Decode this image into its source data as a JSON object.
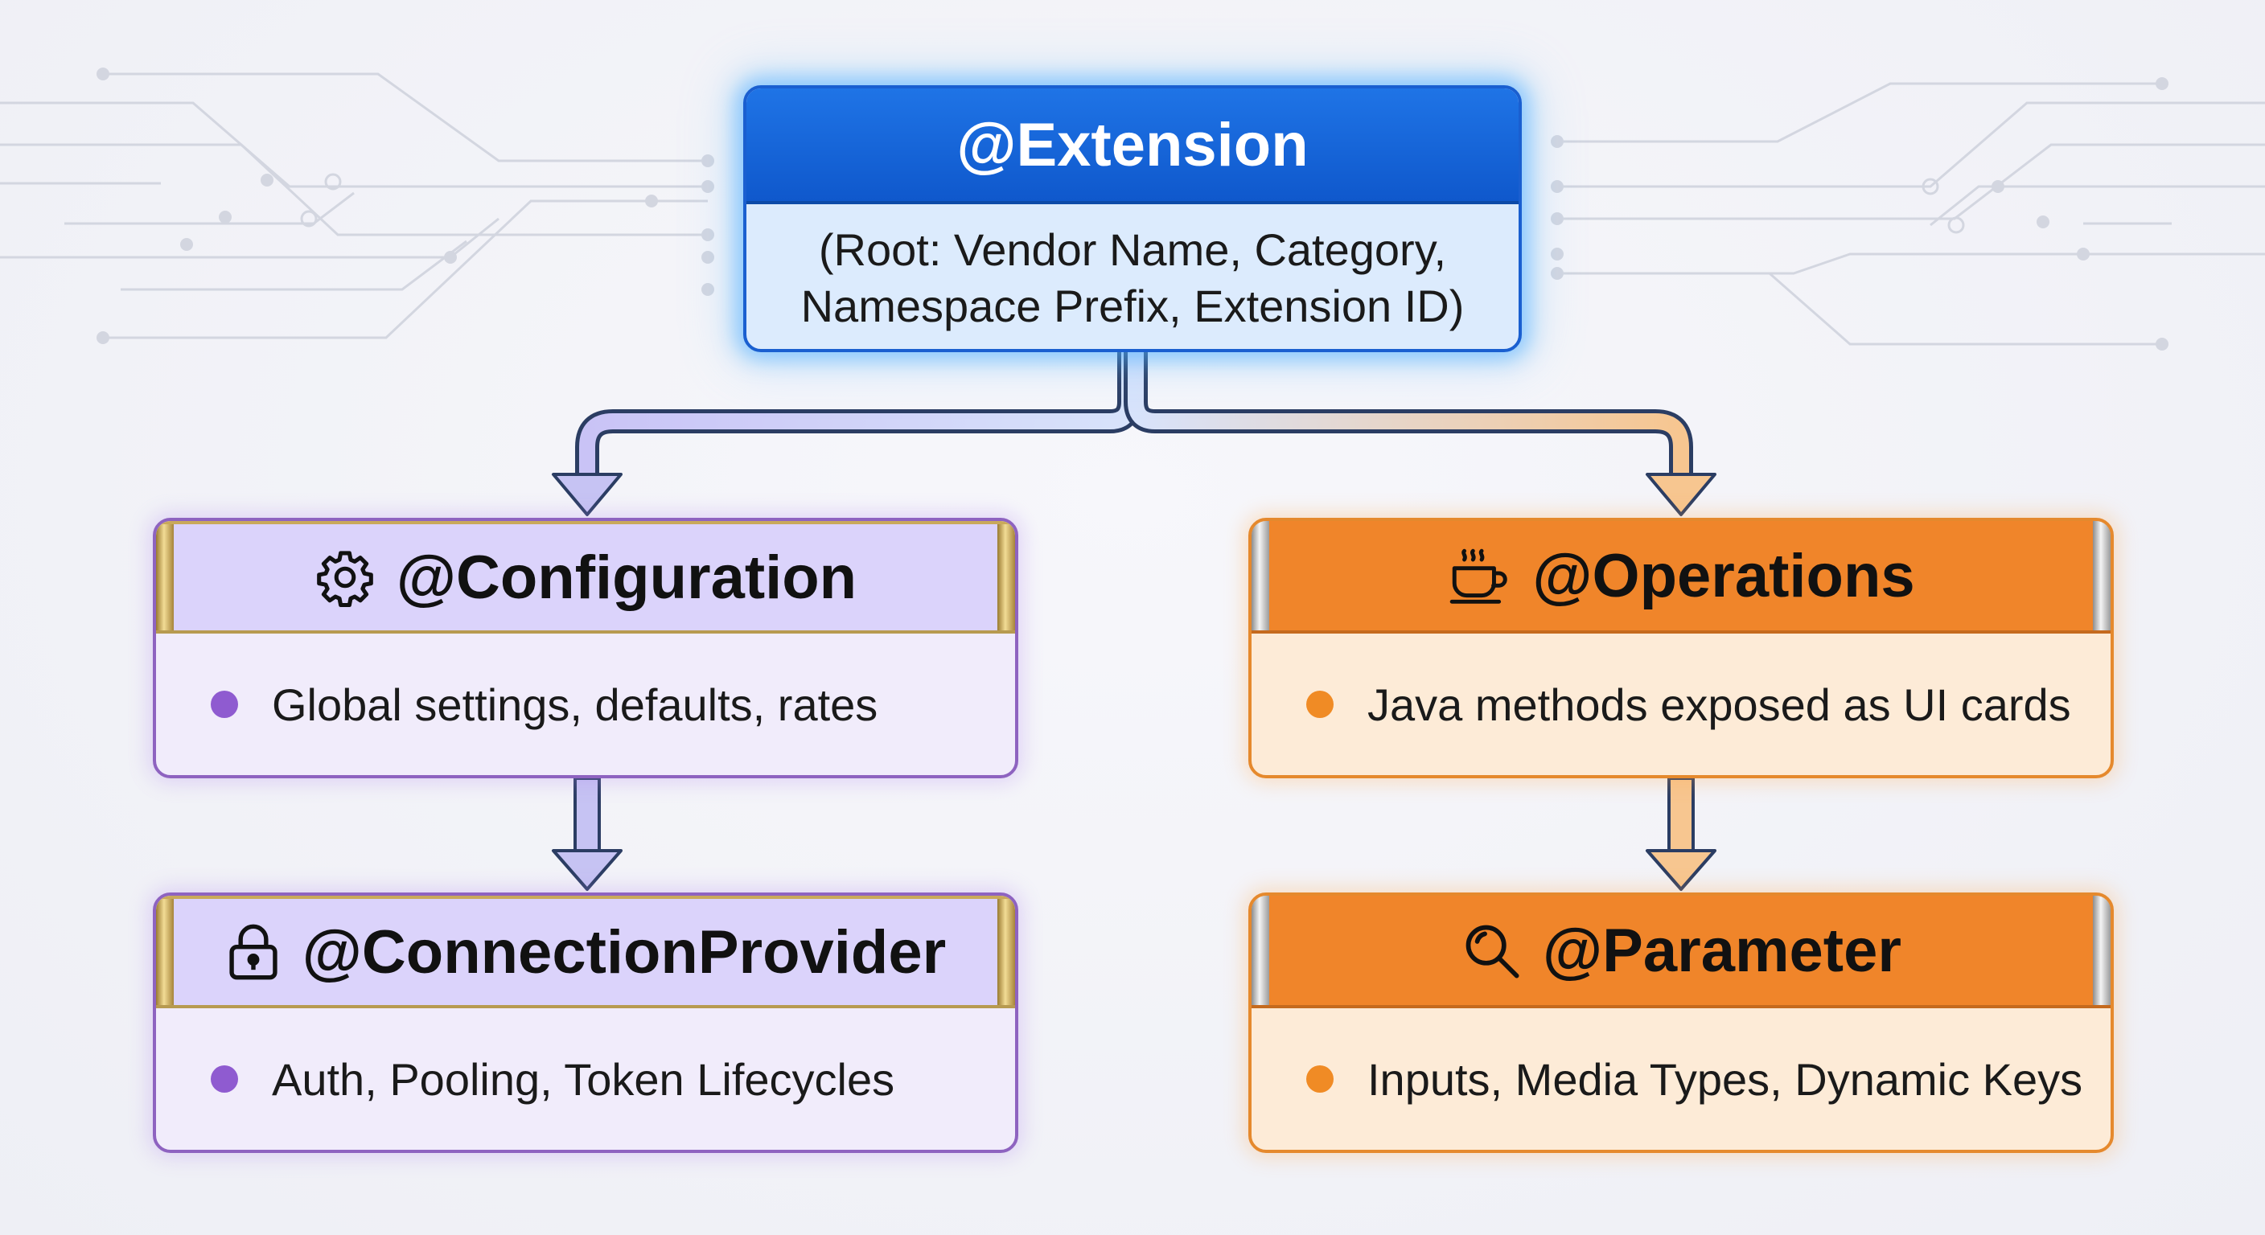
{
  "root": {
    "title": "@Extension",
    "line1": "(Root: Vendor Name, Category,",
    "line2": "Namespace Prefix, Extension ID)"
  },
  "configuration": {
    "title": "@Configuration",
    "icon": "gear-icon",
    "item": "Global settings, defaults, rates"
  },
  "connection": {
    "title": "@ConnectionProvider",
    "icon": "lock-icon",
    "item": "Auth, Pooling, Token Lifecycles"
  },
  "operations": {
    "title": "@Operations",
    "icon": "coffee-cup-icon",
    "item": "Java methods exposed as UI cards"
  },
  "parameter": {
    "title": "@Parameter",
    "icon": "magnifier-icon",
    "item": "Inputs, Media Types, Dynamic Keys"
  },
  "colors": {
    "root_blue": "#1a68dc",
    "purple_header": "#dbd3fb",
    "purple_bullet": "#8f5bd0",
    "orange_header": "#f0852a",
    "orange_bullet": "#f08b25",
    "gold_accent": "#c9a95a",
    "silver_accent": "#c0c0c0"
  }
}
